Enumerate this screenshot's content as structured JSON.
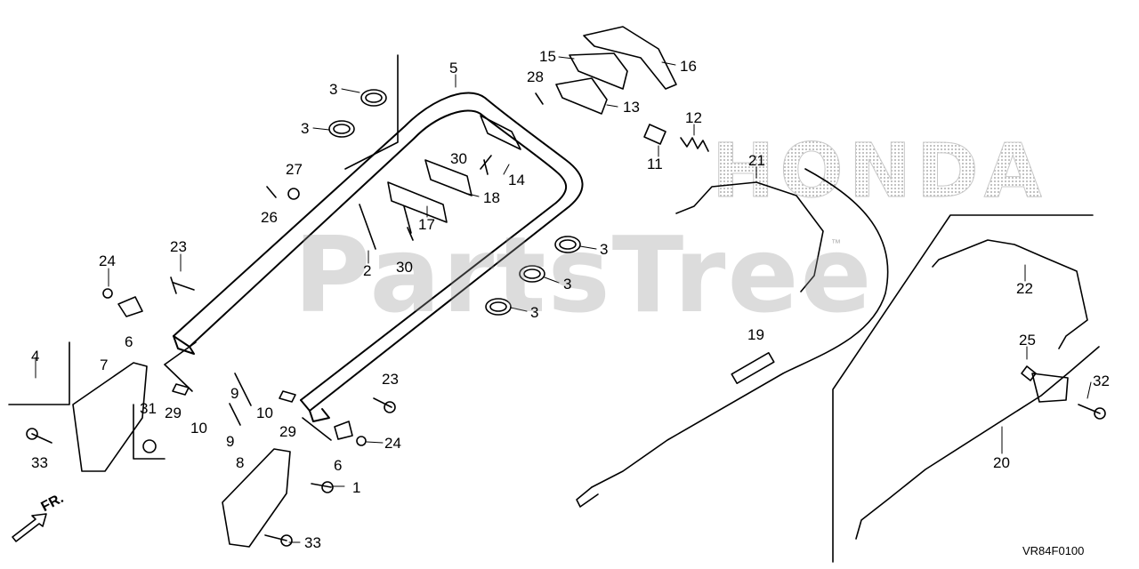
{
  "diagram": {
    "watermark": "PartsTree",
    "trademark": "™",
    "brand": "HONDA",
    "direction_label": "FR.",
    "diagram_code": "VR84F0100",
    "callouts": [
      {
        "id": "c1",
        "label": "3"
      },
      {
        "id": "c2",
        "label": "3"
      },
      {
        "id": "c3",
        "label": "27"
      },
      {
        "id": "c4",
        "label": "26"
      },
      {
        "id": "c5",
        "label": "5"
      },
      {
        "id": "c6",
        "label": "28"
      },
      {
        "id": "c7",
        "label": "15"
      },
      {
        "id": "c8",
        "label": "16"
      },
      {
        "id": "c9",
        "label": "13"
      },
      {
        "id": "c10",
        "label": "12"
      },
      {
        "id": "c11",
        "label": "11"
      },
      {
        "id": "c12",
        "label": "30"
      },
      {
        "id": "c13",
        "label": "14"
      },
      {
        "id": "c14",
        "label": "18"
      },
      {
        "id": "c15",
        "label": "17"
      },
      {
        "id": "c16",
        "label": "30"
      },
      {
        "id": "c17",
        "label": "2"
      },
      {
        "id": "c18",
        "label": "21"
      },
      {
        "id": "c19",
        "label": "23"
      },
      {
        "id": "c20",
        "label": "24"
      },
      {
        "id": "c21",
        "label": "6"
      },
      {
        "id": "c22",
        "label": "3"
      },
      {
        "id": "c23",
        "label": "3"
      },
      {
        "id": "c24",
        "label": "3"
      },
      {
        "id": "c25",
        "label": "22"
      },
      {
        "id": "c26",
        "label": "4"
      },
      {
        "id": "c27",
        "label": "7"
      },
      {
        "id": "c28",
        "label": "9"
      },
      {
        "id": "c29",
        "label": "10"
      },
      {
        "id": "c30",
        "label": "29"
      },
      {
        "id": "c31",
        "label": "10"
      },
      {
        "id": "c32",
        "label": "29"
      },
      {
        "id": "c33",
        "label": "9"
      },
      {
        "id": "c34",
        "label": "31"
      },
      {
        "id": "c35",
        "label": "23"
      },
      {
        "id": "c36",
        "label": "19"
      },
      {
        "id": "c37",
        "label": "25"
      },
      {
        "id": "c38",
        "label": "32"
      },
      {
        "id": "c39",
        "label": "33"
      },
      {
        "id": "c40",
        "label": "6"
      },
      {
        "id": "c41",
        "label": "24"
      },
      {
        "id": "c42",
        "label": "8"
      },
      {
        "id": "c43",
        "label": "1"
      },
      {
        "id": "c44",
        "label": "20"
      },
      {
        "id": "c45",
        "label": "33"
      }
    ]
  }
}
